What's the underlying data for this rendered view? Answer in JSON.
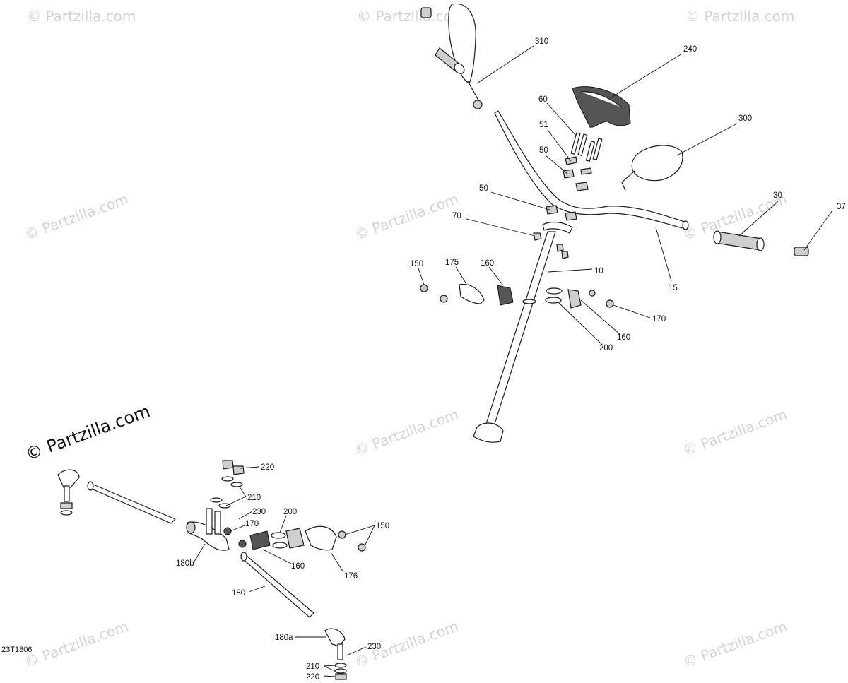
{
  "diagram_code": "23T1806",
  "watermark_text": "© Partzilla.com",
  "callouts": {
    "c310": "310",
    "c240": "240",
    "c60": "60",
    "c300": "300",
    "c51": "51",
    "c50a": "50",
    "c50b": "50",
    "c30": "30",
    "c37": "37",
    "c70": "70",
    "c10": "10",
    "c15": "15",
    "c150a": "150",
    "c175": "175",
    "c160a": "160",
    "c170a": "170",
    "c160b": "160",
    "c200a": "200",
    "c220a": "220",
    "c210a": "210",
    "c230a": "230",
    "c200b": "200",
    "c170b": "170",
    "c150b": "150",
    "c180b": "180b",
    "c160c": "160",
    "c176": "176",
    "c180": "180",
    "c180a": "180a",
    "c230b": "230",
    "c210b": "210",
    "c220b": "220"
  }
}
